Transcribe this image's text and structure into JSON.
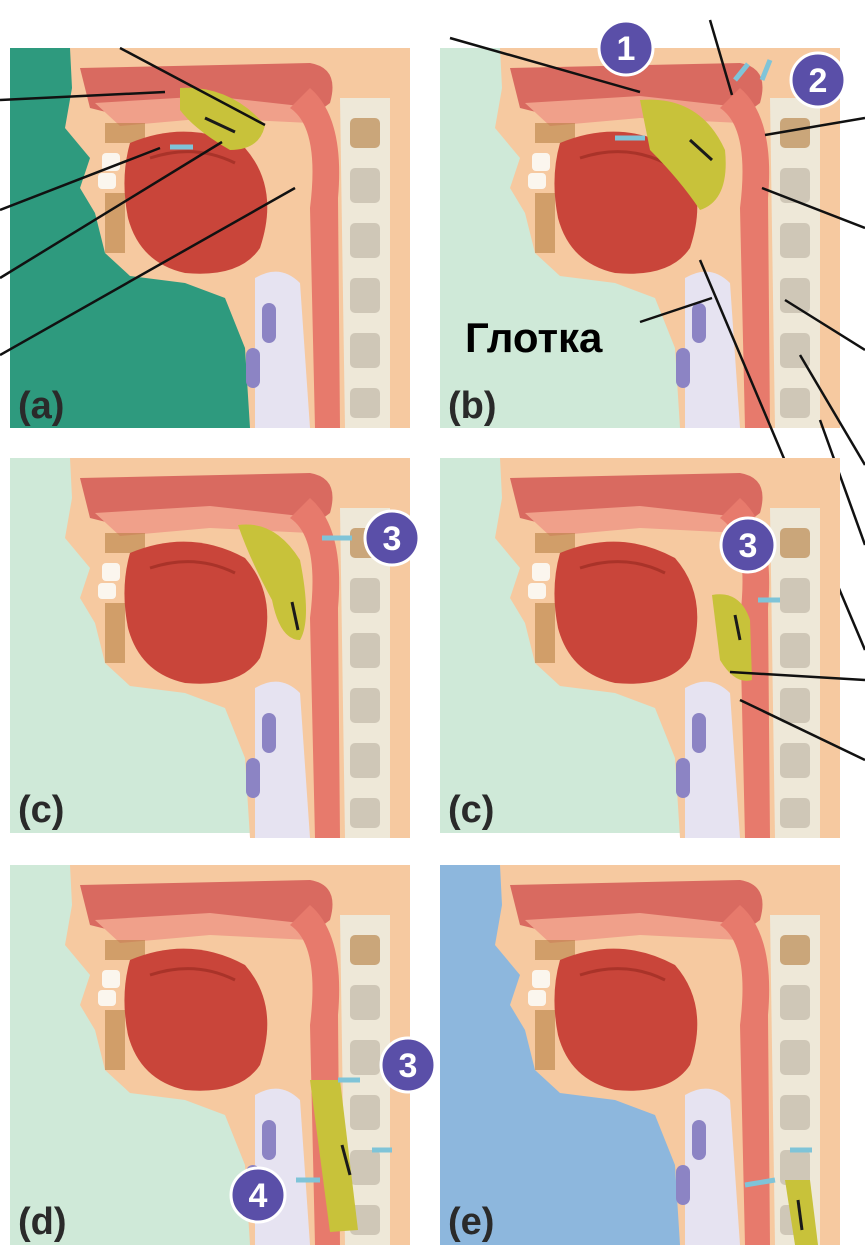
{
  "panels": [
    {
      "id": "a",
      "label": "(a)"
    },
    {
      "id": "b",
      "label": "(b)"
    },
    {
      "id": "c1",
      "label": "(c)"
    },
    {
      "id": "c2",
      "label": "(c)"
    },
    {
      "id": "d",
      "label": "(d)"
    },
    {
      "id": "e",
      "label": "(e)"
    }
  ],
  "text_labels": {
    "pharynx": "Глотка"
  },
  "badges": {
    "b_1": "1",
    "b_2": "2",
    "c1_3": "3",
    "c2_3": "3",
    "d_3": "3",
    "d_4": "4"
  },
  "colors": {
    "bg_green_dark": "#2e9a7e",
    "bg_green_light": "#cfe9d8",
    "bg_blue": "#8db7dd",
    "skin": "#f6c9a0",
    "tongue": "#c9453a",
    "bolus": "#c8c23a",
    "badge": "#5a4fa8",
    "airway": "#e6e3f1",
    "spine": "#eee8d8"
  }
}
